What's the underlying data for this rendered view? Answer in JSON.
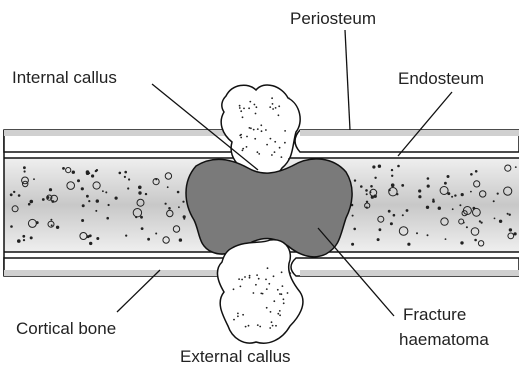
{
  "labels": {
    "periosteum": "Periosteum",
    "internal_callus": "Internal callus",
    "endosteum": "Endosteum",
    "cortical_bone": "Cortical bone",
    "fracture_line1": "Fracture",
    "fracture_line2": "haematoma",
    "external_callus": "External callus"
  },
  "colors": {
    "background": "#ffffff",
    "outline": "#111111",
    "marrow_shade": "#d6d6d6",
    "haematoma": "#7a7a7a",
    "periosteum_gray": "#9a9a9a",
    "callus_fill": "#ffffff"
  }
}
